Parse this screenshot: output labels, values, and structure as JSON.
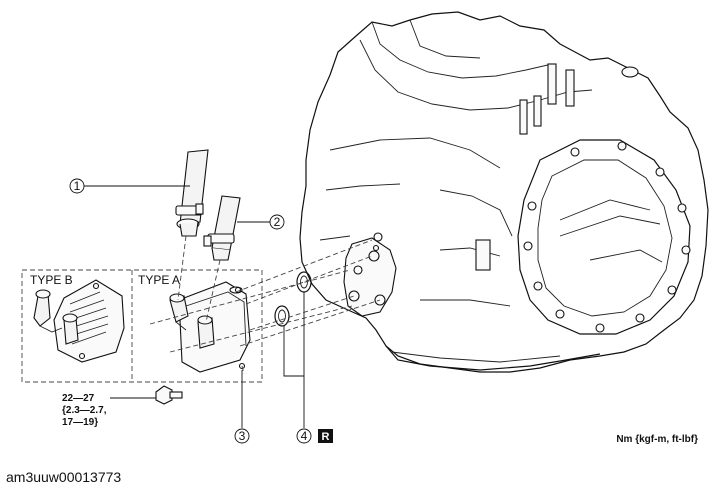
{
  "callouts": {
    "n1": "1",
    "n2": "2",
    "n3": "3",
    "n4": "4",
    "replace_badge": "R"
  },
  "type_labels": {
    "type_b": "TYPE B",
    "type_a": "TYPE A"
  },
  "torque_spec": {
    "line1": "22—27",
    "line2": "{2.3—2.7,",
    "line3": "17—19}"
  },
  "unit_note": "Nm {kgf-m, ft-lbf}",
  "image_id": "am3uuw00013773"
}
